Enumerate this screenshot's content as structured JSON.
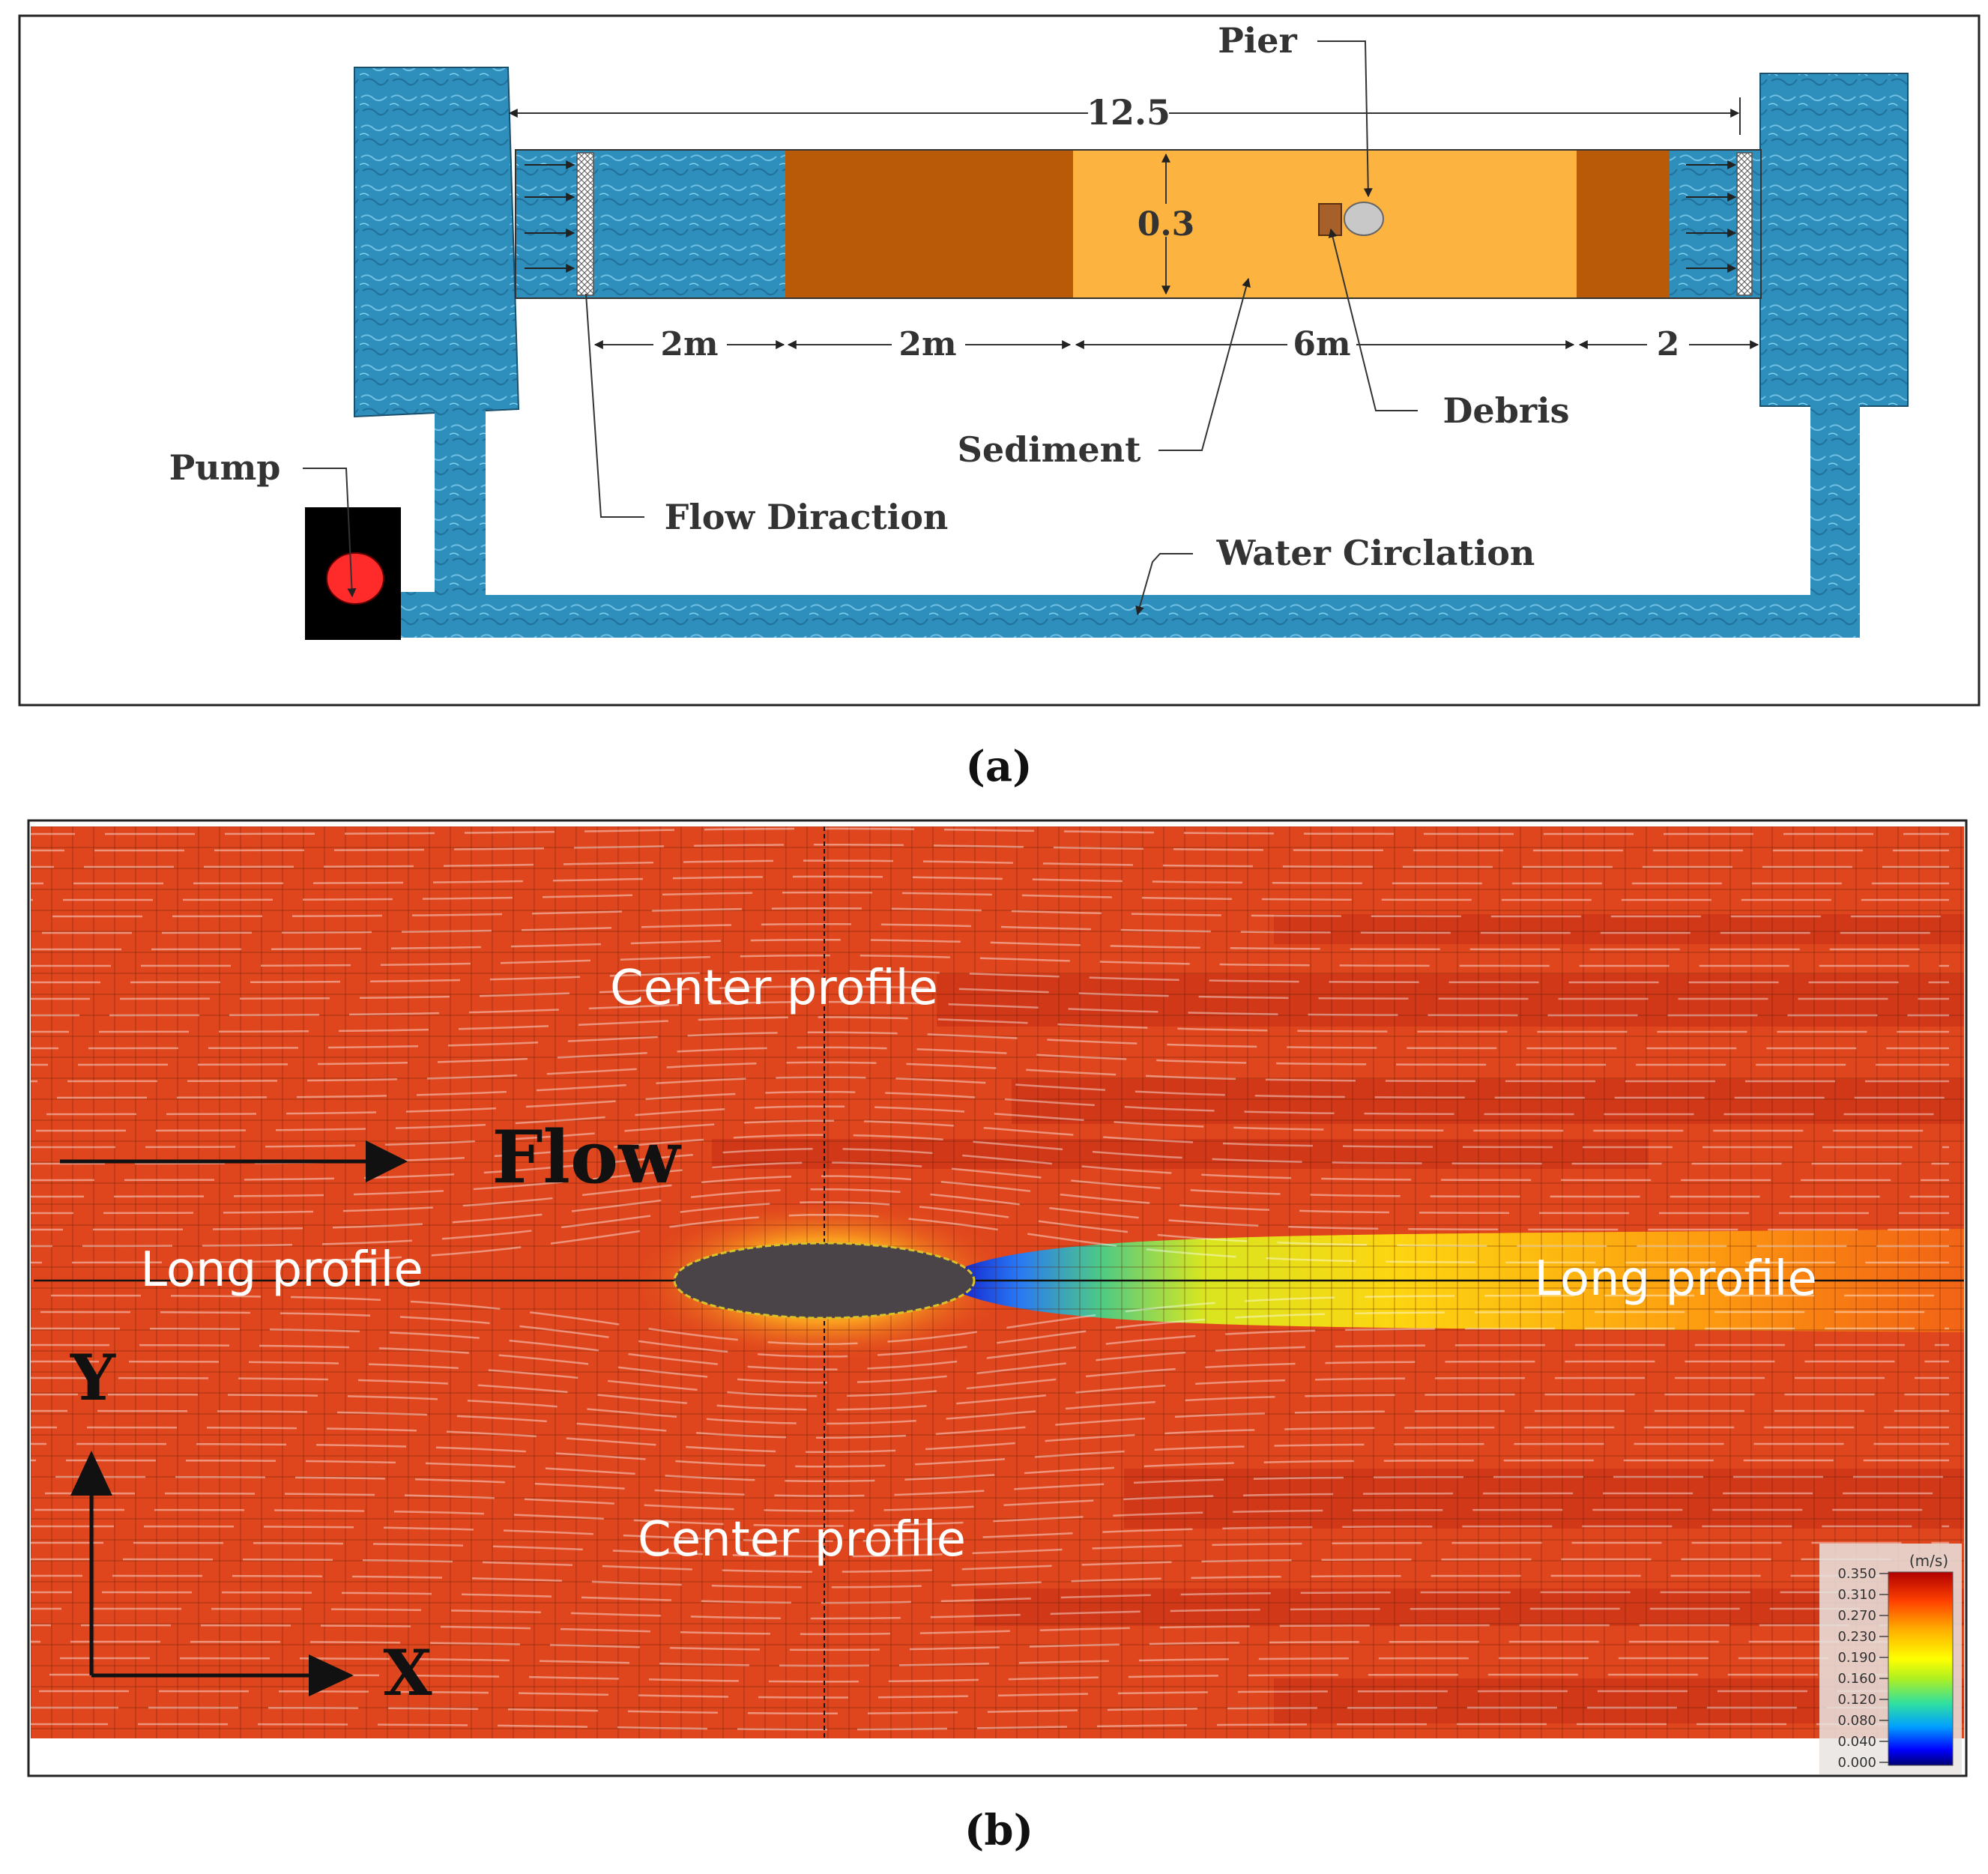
{
  "figure_a": {
    "caption": "(a)",
    "labels": {
      "pier": "Pier",
      "length_total": "12.5",
      "width": "0.3",
      "seg1": "2m",
      "seg2": "2m",
      "seg3": "6m",
      "seg4": "2",
      "debris": "Debris",
      "sediment": "Sediment",
      "pump": "Pump",
      "flow_direction": "Flow Diraction",
      "water_circulation": "Water Circlation"
    },
    "colors": {
      "water": "#2f8fbc",
      "sand_dark": "#b85a07",
      "sand_light": "#fdb33f",
      "pump_body": "#000000",
      "pump_motor": "#ff2a2a",
      "pier": "#c8c8c8",
      "debris": "#a8602a"
    }
  },
  "figure_b": {
    "caption": "(b)",
    "labels": {
      "center_top": "Center profile",
      "center_bottom": "Center profile",
      "flow": "Flow",
      "long_left": "Long profile",
      "long_right": "Long profile",
      "axis_y": "Y",
      "axis_x": "X"
    },
    "colorbar": {
      "unit": "(m/s)",
      "ticks": [
        "0.350",
        "0.310",
        "0.270",
        "0.230",
        "0.190",
        "0.160",
        "0.120",
        "0.080",
        "0.040",
        "0.000"
      ]
    },
    "colors": {
      "field": "#e0461d",
      "field_dark": "#c42e14",
      "pier": "#4a4448",
      "bed": "#4a9a80"
    }
  }
}
